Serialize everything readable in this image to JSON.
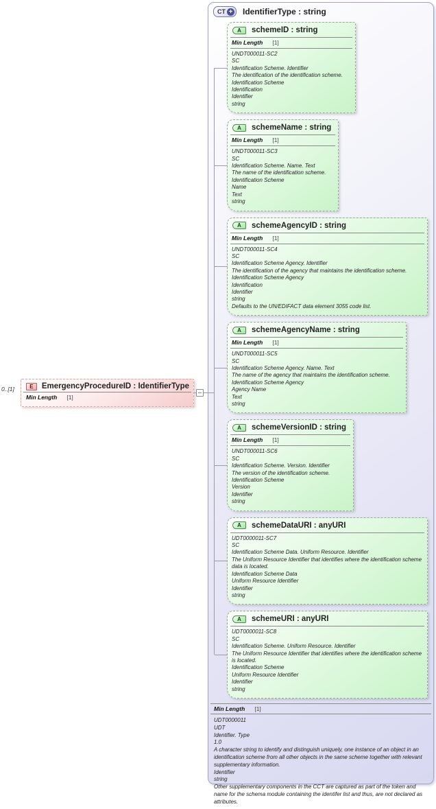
{
  "labels": {
    "attr_icon": "A",
    "elem_icon": "E",
    "ct_icon": "CT",
    "ct_plus": "+"
  },
  "element": {
    "cardinality": "0..[1]",
    "title": "EmergencyProcedureID : IdentifierType",
    "facet_name": "Min Length",
    "facet_value": "[1]"
  },
  "ct": {
    "title": "IdentifierType : string",
    "attributes": [
      {
        "title": "schemeID : string",
        "facet_name": "Min Length",
        "facet_value": "[1]",
        "doc": "UNDT000011-SC2\nSC\nIdentification Scheme. Identifier\nThe identification of the identification scheme.\nIdentification Scheme\nIdentification\nIdentifier\nstring"
      },
      {
        "title": "schemeName : string",
        "facet_name": "Min Length",
        "facet_value": "[1]",
        "doc": "UNDT000011-SC3\nSC\nIdentification Scheme. Name. Text\nThe name of the identification scheme.\nIdentification Scheme\nName\nText\nstring"
      },
      {
        "title": "schemeAgencyID : string",
        "facet_name": "Min Length",
        "facet_value": "[1]",
        "doc": "UNDT000011-SC4\nSC\nIdentification Scheme Agency. Identifier\nThe identification of the agency that maintains the identification scheme.\nIdentification Scheme Agency\nIdentification\nIdentifier\nstring\nDefaults to the UN/EDIFACT data element 3055 code list."
      },
      {
        "title": "schemeAgencyName : string",
        "facet_name": "Min Length",
        "facet_value": "[1]",
        "doc": "UNDT000011-SC5\nSC\nIdentification Scheme Agency. Name. Text\nThe name of the agency that maintains the identification scheme.\nIdentification Scheme Agency\nAgency Name\nText\nstring"
      },
      {
        "title": "schemeVersionID : string",
        "facet_name": "Min Length",
        "facet_value": "[1]",
        "doc": "UNDT000011-SC6\nSC\nIdentification Scheme. Version. Identifier\nThe version of the identification scheme.\nIdentification Scheme\nVersion\nIdentifier\nstring"
      },
      {
        "title": "schemeDataURI : anyURI",
        "doc": "UDT0000011-SC7\nSC\nIdentification Scheme Data. Uniform Resource. Identifier\nThe Uniform Resource Identifier that identifies where the identification scheme data is located.\nIdentification Scheme Data\nUniform Resource Identifier\nIdentifier\nstring"
      },
      {
        "title": "schemeURI : anyURI",
        "doc": "UDT0000011-SC8\nSC\nIdentification Scheme. Uniform Resource. Identifier\nThe Uniform Resource Identifier that identifies where the identification scheme is located.\nIdentification Scheme\nUniform Resource Identifier\nIdentifier\nstring"
      }
    ],
    "facet_name": "Min Length",
    "facet_value": "[1]",
    "doc": "UDT0000011\nUDT\nIdentifier. Type\n1.0\nA character string to identify and distinguish uniquely, one instance of an object in an identification scheme from all other objects in the same scheme together with relevant supplementary information.\nIdentifier\nstring\nOther supplementary components in the CCT are captured as part of the token and name for the schema module containing the identifer list and thus, are not declared as attributes."
  },
  "colors": {
    "ct_border": "#a2a2cf",
    "ct_fill": "#d8d8f1",
    "attr_border": "#9aa89a",
    "attr_fill": "#c9f4c9",
    "attr_icon_border": "#4e8a4e",
    "elem_border": "#dfa7a7",
    "elem_fill": "#f6cdcd",
    "connector": "#9a9aae"
  }
}
